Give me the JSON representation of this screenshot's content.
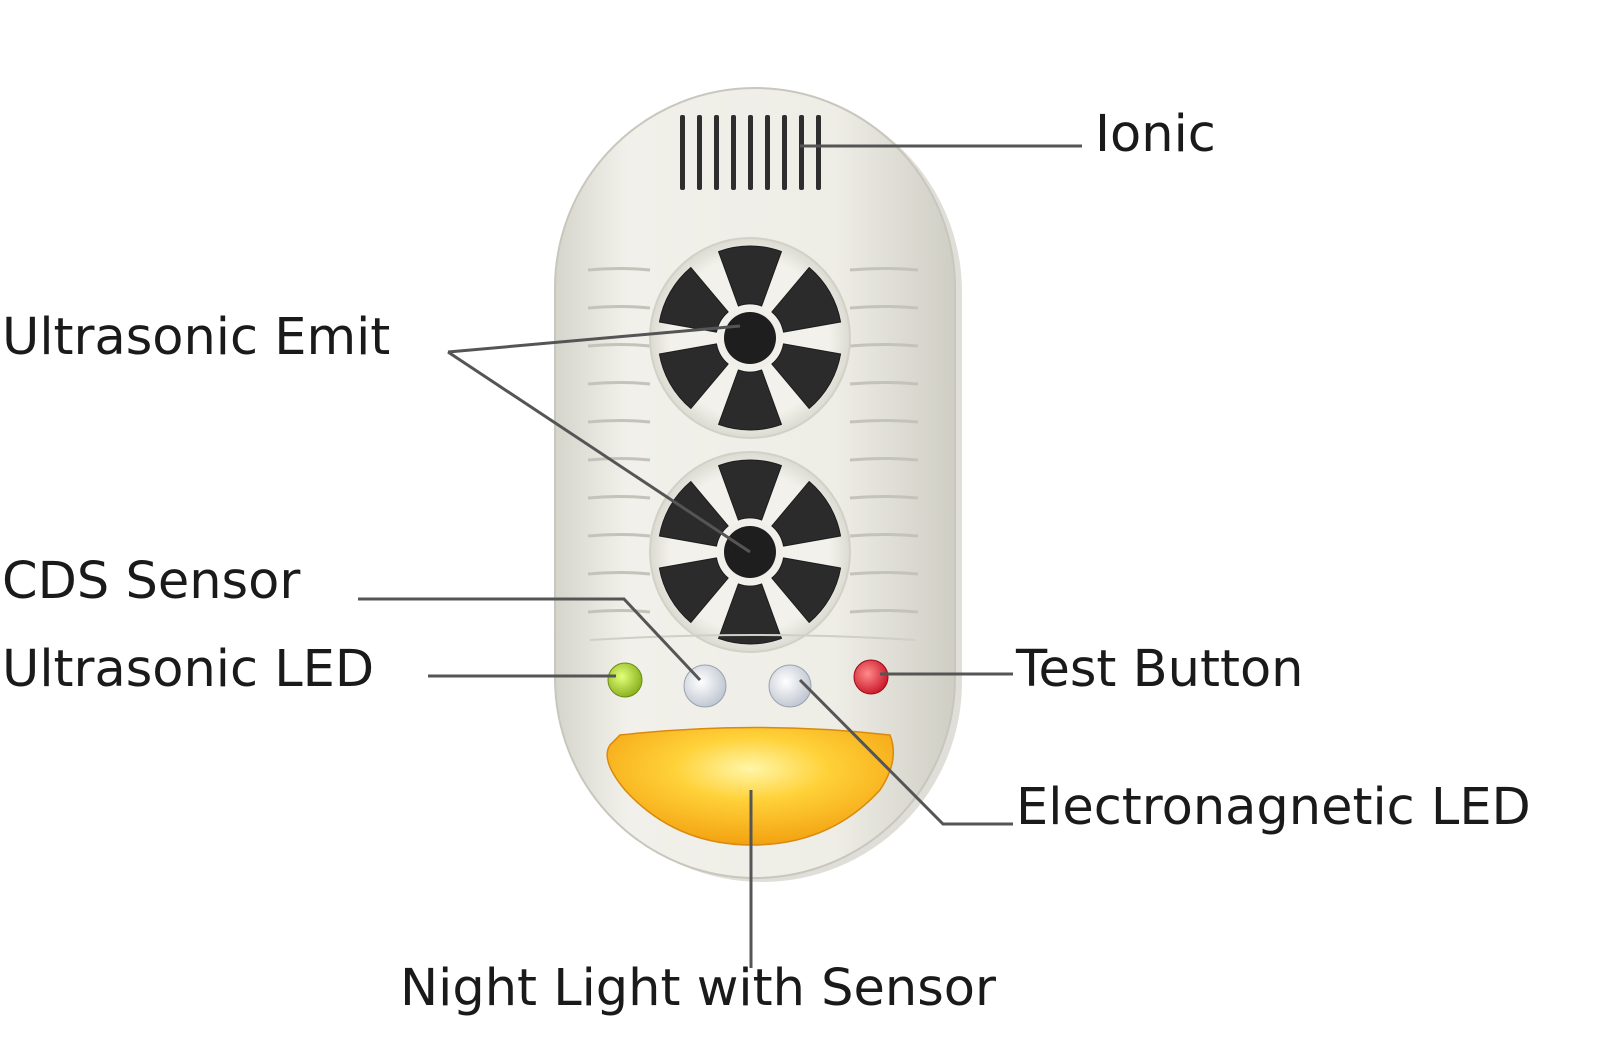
{
  "labels": {
    "ionic": "Ionic",
    "ultrasonic_emit": "Ultrasonic Emit",
    "cds_sensor": "CDS Sensor",
    "ultrasonic_led": "Ultrasonic LED",
    "test_button": "Test Button",
    "electromagnetic_led": "Electronagnetic LED",
    "night_light": "Night Light with Sensor"
  },
  "colors": {
    "body": "#ecebe4",
    "speaker_dark": "#2b2b2b",
    "led_green": "#9acd1c",
    "led_red": "#e0162a",
    "led_clear": "#d2d8e2",
    "night_light": "#f5b51c",
    "leader_line": "#555555"
  }
}
